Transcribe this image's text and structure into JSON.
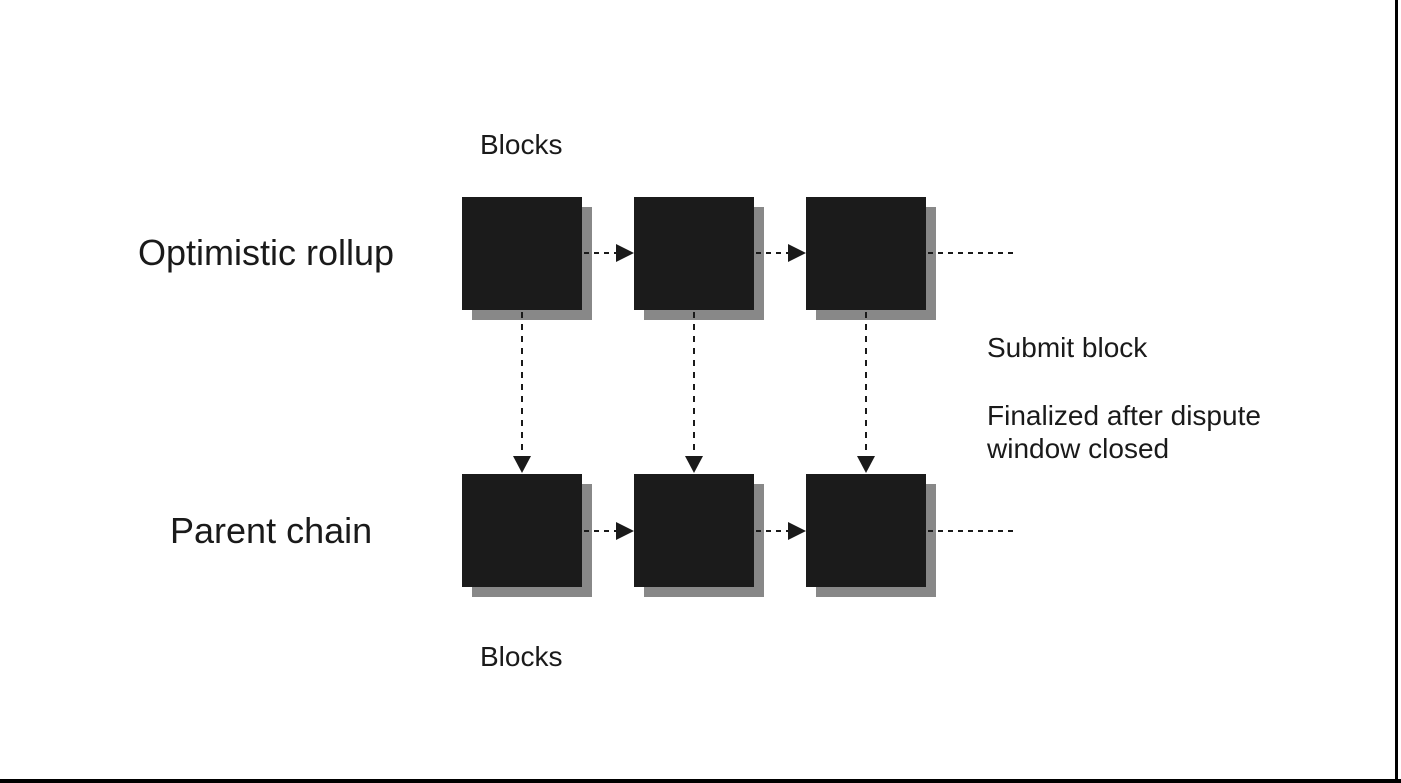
{
  "diagram": {
    "rows": [
      {
        "label": "Optimistic rollup",
        "blocks_label": "Blocks",
        "block_count": 3
      },
      {
        "label": "Parent chain",
        "blocks_label": "Blocks",
        "block_count": 3
      }
    ],
    "annotations": {
      "submit_block": "Submit block",
      "finalized": "Finalized after dispute window closed"
    },
    "colors": {
      "background": "#ffffff",
      "block_fill": "#1b1b1b",
      "block_shadow": "#888888",
      "line": "#1a1a1a",
      "text": "#1a1a1a",
      "frame_border": "#000000"
    }
  }
}
